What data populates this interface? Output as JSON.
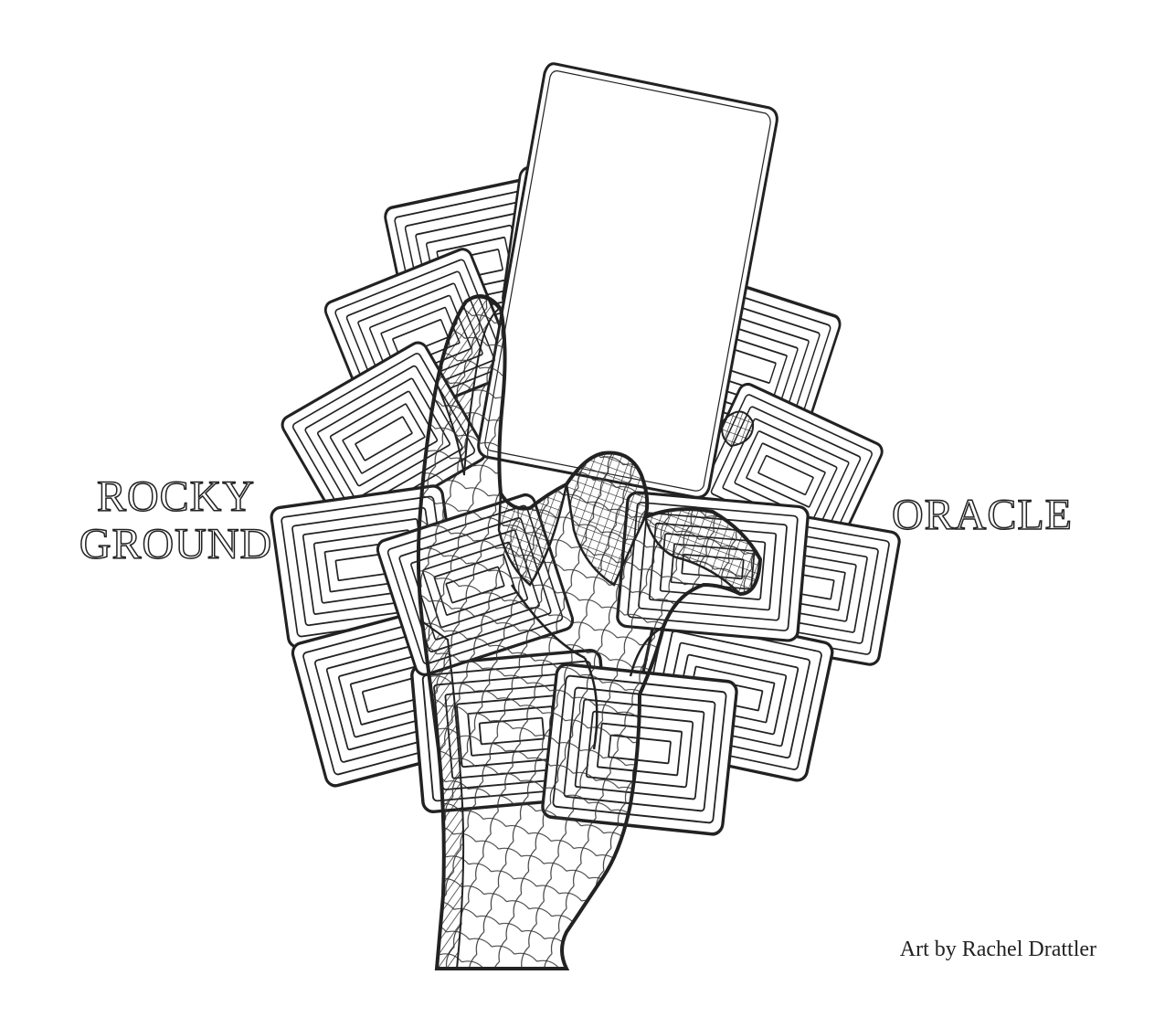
{
  "cover": {
    "title_line_1": "ROCKY",
    "title_line_2": "GROUND",
    "title_right": "ORACLE",
    "credit": "Art by Rachel Drattler"
  },
  "colors": {
    "ink": "#222222",
    "paper": "#ffffff"
  },
  "icons": {
    "main_art": "hand-holding-card-illustration"
  }
}
